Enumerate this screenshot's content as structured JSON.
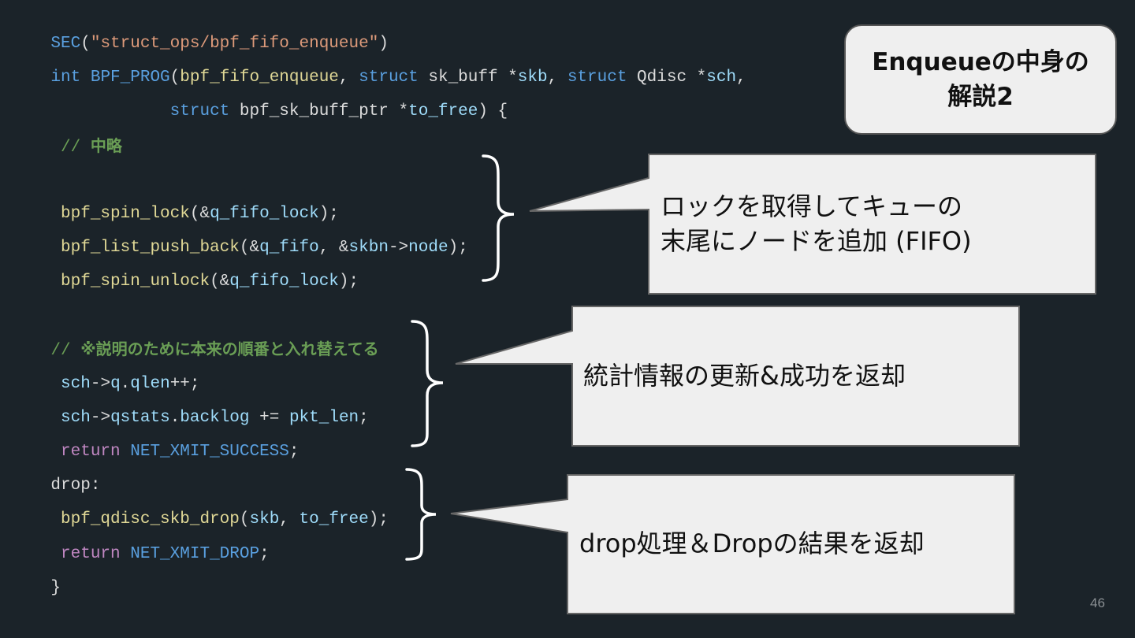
{
  "title": {
    "line1": "Enqueueの中身の",
    "line2": "解説2"
  },
  "code": {
    "l01": {
      "sec": "SEC",
      "paren_open": "(",
      "str": "\"struct_ops/bpf_fifo_enqueue\"",
      "paren_close": ")"
    },
    "l02": {
      "type": "int",
      "sp1": " ",
      "macro": "BPF_PROG",
      "p1": "(",
      "fn": "bpf_fifo_enqueue",
      "c1": ", ",
      "kw1": "struct",
      "t1": " sk_buff *",
      "a1": "skb",
      "c2": ", ",
      "kw2": "struct",
      "t2": " Qdisc *",
      "a2": "sch",
      "c3": ","
    },
    "l03": {
      "indent": "            ",
      "kw": "struct",
      "t": " bpf_sk_buff_ptr *",
      "a": "to_free",
      "rest": ") {"
    },
    "l04": {
      "slashes": " // ",
      "text": "中略"
    },
    "l05": {
      "fn": " bpf_spin_lock",
      "p1": "(&",
      "a": "q_fifo_lock",
      "rest": ");"
    },
    "l06": {
      "fn": " bpf_list_push_back",
      "p1": "(&",
      "a1": "q_fifo",
      "c": ", &",
      "a2": "skbn",
      "arrow": "->",
      "a3": "node",
      "rest": ");"
    },
    "l07": {
      "fn": " bpf_spin_unlock",
      "p1": "(&",
      "a": "q_fifo_lock",
      "rest": ");"
    },
    "l08": {
      "slashes": "// ",
      "text": "※説明のために本来の順番と入れ替えてる"
    },
    "l09": {
      "a1": " sch",
      "arrow": "->",
      "a2": "q",
      "dot": ".",
      "a3": "qlen",
      "rest": "++;"
    },
    "l10": {
      "a1": " sch",
      "arrow": "->",
      "a2": "qstats",
      "dot": ".",
      "a3": "backlog",
      "op": " += ",
      "a4": "pkt_len",
      "rest": ";"
    },
    "l11": {
      "ret": " return",
      "sp": " ",
      "const": "NET_XMIT_SUCCESS",
      "rest": ";"
    },
    "l12": {
      "label": "drop:"
    },
    "l13": {
      "fn": " bpf_qdisc_skb_drop",
      "p1": "(",
      "a1": "skb",
      "c": ", ",
      "a2": "to_free",
      "rest": ");"
    },
    "l14": {
      "ret": " return",
      "sp": " ",
      "const": "NET_XMIT_DROP",
      "rest": ";"
    },
    "l15": {
      "brace": "}"
    }
  },
  "callouts": {
    "c1": {
      "line1": "ロックを取得してキューの",
      "line2": "末尾にノードを追加 (FIFO)"
    },
    "c2": {
      "line1": "統計情報の更新&成功を返却"
    },
    "c3": {
      "line1": "drop処理＆Dropの結果を返却"
    }
  },
  "page_number": "46",
  "colors": {
    "background": "#1b2329",
    "keyword": "#5aa0e0",
    "function": "#e0d896",
    "string": "#dd9a7a",
    "identifier": "#9fdcfa",
    "comment": "#6a9e55",
    "return": "#c087c2",
    "callout_fill": "#efefef"
  }
}
